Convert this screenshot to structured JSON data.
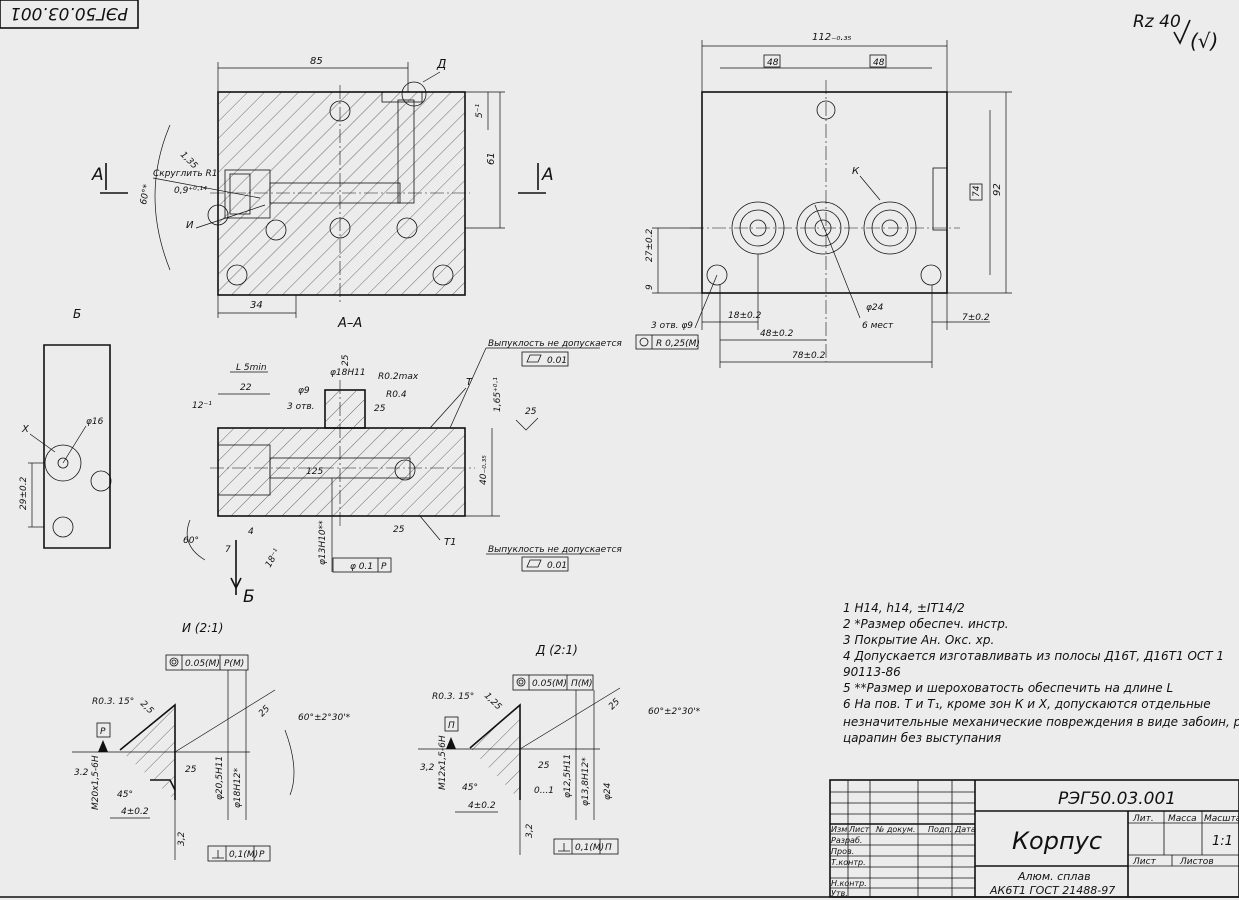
{
  "stamp_corner": "РЭГ50.03.001",
  "roughness": {
    "value": "Rz 40",
    "symbol": "√(√)"
  },
  "top_view": {
    "dim_85": "85",
    "dim_34": "34",
    "dim_61": "61",
    "dim_5": "5⁻¹",
    "d_label": "Д",
    "section_a_left": "А",
    "section_a_right": "А",
    "chamfer": "Скруглить R1",
    "dim_09": "0,9⁺⁰·¹⁴",
    "dim_135": "1,35",
    "angle_60": "60°*",
    "i_label": "И"
  },
  "front_view": {
    "dim_112": "112₋₀.₃₅",
    "dim_48a": "48",
    "dim_48b": "48",
    "dim_92": "92",
    "dim_74": "74",
    "dim_27": "27±0.2",
    "dim_9": "9",
    "dim_18": "18±0.2",
    "dim_48": "48±0.2",
    "dim_78": "78±0.2",
    "dim_7": "7±0.2",
    "k_label": "К",
    "d24": "φ24",
    "d24_note": "6 мест",
    "holes": "3 отв. φ9",
    "pos_tol": "R 0,25(M)"
  },
  "section_aa": {
    "title": "А–А",
    "flatness_top": "Выпуклость не допускается",
    "flatness_bottom": "Выпуклость не допускается",
    "tol_001a": "0.01",
    "tol_001b": "0.01",
    "l5": "L 5min",
    "dim_22": "22",
    "dim_12": "12⁻¹",
    "d9": "φ9",
    "holes3": "3 отв.",
    "d18": "φ18Н11",
    "r02": "R0.2max",
    "r04": "R0.4",
    "t_label": "Т",
    "t1_label": "Т1",
    "dim_165": "1,65⁺⁰·¹",
    "dim_40": "40₋₀.₃₅",
    "r25a": "25",
    "r25b": "25",
    "r25c": "25",
    "r25d": "25",
    "dim_125": "125",
    "d13": "φ13Н10**",
    "angle60": "60°",
    "dim_7": "7",
    "dim_4": "4",
    "dim_18": "18⁻¹",
    "tol_frame": "φ 0.1",
    "tol_ref": "P",
    "view_b": "Б"
  },
  "view_b": {
    "title": "Б",
    "x_label": "Х",
    "d16": "φ16",
    "dim_29": "29±0.2"
  },
  "detail_i": {
    "title": "И (2:1)",
    "tol1": "0.05(M)",
    "tol1_ref": "P(M)",
    "r03": "R0.3. 15°",
    "r25": "2,5",
    "p_label": "P",
    "thread": "M20x1,5-6H",
    "rough32": "3.2",
    "angle45": "45°",
    "dim_4": "4±0.2",
    "d205": "φ20,5Н11",
    "d18": "φ18Н12*",
    "angle": "60°±2°30'*",
    "r25b": "25",
    "r32": "3,2",
    "tol2": "0,1(M)",
    "tol2_ref": "P"
  },
  "detail_d": {
    "title": "Д (2:1)",
    "tol1": "0.05(M)",
    "tol1_ref": "П(M)",
    "r03": "R0.3. 15°",
    "r125": "1,25",
    "p_label": "П",
    "thread": "M12x1,5-6H",
    "rough32": "3,2",
    "angle45": "45°",
    "dim_4": "4±0.2",
    "dim_01": "0...1",
    "d125": "φ12,5Н11",
    "d138": "φ13,8Н12*",
    "d24": "φ24",
    "angle": "60°±2°30'*",
    "r25": "25",
    "r32": "3,2",
    "tol2": "0,1(M)",
    "tol2_ref": "П"
  },
  "notes": [
    "1 Н14, h14, ±IT14/2",
    "2 *Размер обеспеч. инстр.",
    "3 Покрытие Ан. Окс. хр.",
    "4 Допускается изготавливать из полосы Д16Т, Д16Т1 ОСТ 1",
    "90113-86",
    "5 **Размер и шероховатость обеспечить на длине L",
    "6 На пов. Т и Т₁, кроме зон К и Х, допускаются отдельные",
    "незначительные механические  повреждения в виде забоин, рисок,",
    "царапин без выступания"
  ],
  "title_block": {
    "designation": "РЭГ50.03.001",
    "name": "Корпус",
    "material_1": "Алюм. сплав",
    "material_2": "АК6Т1 ГОСТ 21488-97",
    "scale": "1:1",
    "col_lit": "Лит.",
    "col_mass": "Масса",
    "col_scale": "Масштаб",
    "sheet": "Лист",
    "sheets": "Листов",
    "row_heads": [
      "Изм",
      "Лист",
      "№ докум.",
      "Подп.",
      "Дата"
    ],
    "roles": [
      "Разраб.",
      "Пров.",
      "Т.контр.",
      "Н.контр.",
      "Утв."
    ]
  }
}
